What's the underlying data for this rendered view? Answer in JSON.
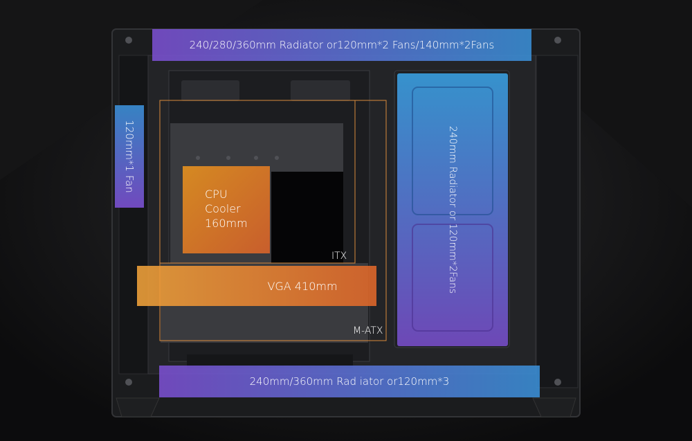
{
  "labels": {
    "top_radiator": "240/280/360mm Radiator or120mm*2 Fans/140mm*2Fans",
    "rear_fan": "120mm*1 Fan",
    "side_radiator": "240mm Radiator or 120mm*2Fans",
    "bottom_radiator": "240mm/360mm Rad iator or120mm*3",
    "cpu_cooler": [
      "CPU",
      "Cooler",
      "160mm"
    ],
    "vga": "VGA 410mm",
    "itx": "ITX",
    "matx": "M-ATX"
  },
  "colors": {
    "background": "#0c0c0d",
    "chassis": "#1b1c1e",
    "panel": "#2a2b2e",
    "blue": "#3a8fd6",
    "purple": "#7b4fd0",
    "orange": "#e08a2e",
    "outline": "#d98a3b",
    "text": "#ffffff"
  }
}
